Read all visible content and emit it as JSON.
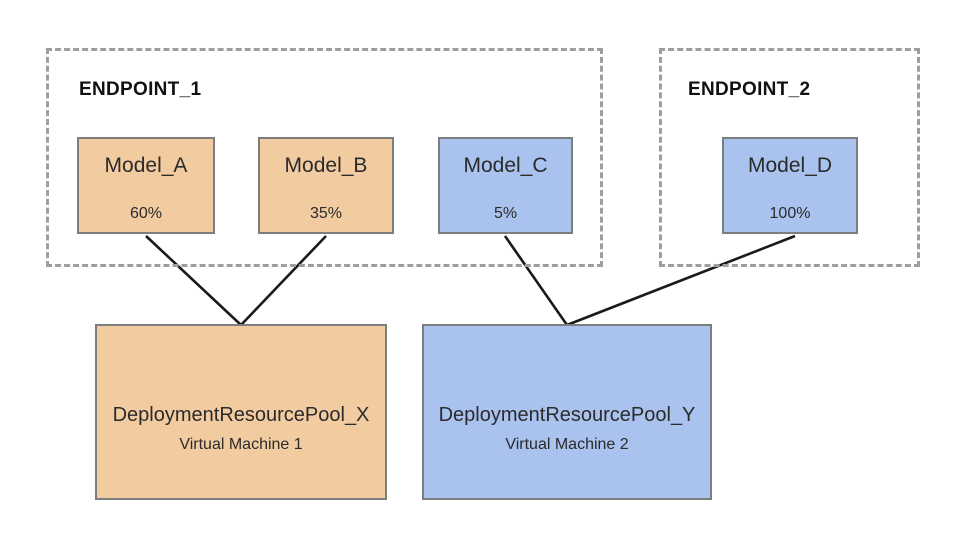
{
  "diagram": {
    "colors": {
      "model_orange": "#f2cca0",
      "model_blue": "#a9c2ee",
      "box_border": "#7e7e7e",
      "dashed_border": "#9e9e9e",
      "connector_line": "#1a1a1a",
      "text": "#2b2b2b"
    },
    "endpoints": [
      {
        "label": "ENDPOINT_1",
        "models": [
          {
            "name": "Model_A",
            "traffic": "60%",
            "color": "orange"
          },
          {
            "name": "Model_B",
            "traffic": "35%",
            "color": "orange"
          },
          {
            "name": "Model_C",
            "traffic": "5%",
            "color": "blue"
          }
        ]
      },
      {
        "label": "ENDPOINT_2",
        "models": [
          {
            "name": "Model_D",
            "traffic": "100%",
            "color": "blue"
          }
        ]
      }
    ],
    "pools": [
      {
        "name": "DeploymentResourcePool_X",
        "machine": "Virtual Machine 1",
        "color": "orange"
      },
      {
        "name": "DeploymentResourcePool_Y",
        "machine": "Virtual Machine 2",
        "color": "blue"
      }
    ],
    "connections": [
      {
        "from": "Model_A",
        "to": "DeploymentResourcePool_X"
      },
      {
        "from": "Model_B",
        "to": "DeploymentResourcePool_X"
      },
      {
        "from": "Model_C",
        "to": "DeploymentResourcePool_Y"
      },
      {
        "from": "Model_D",
        "to": "DeploymentResourcePool_Y"
      }
    ]
  }
}
